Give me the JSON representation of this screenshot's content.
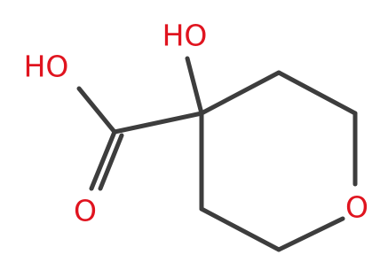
{
  "molecule": {
    "atoms": {
      "hydroxyl_top": "HO",
      "acid_hydroxyl": "HO",
      "carbonyl_oxygen": "O",
      "ring_oxygen": "O"
    },
    "colors": {
      "bond": "#3d3d3d",
      "heteroatom": "#e0141f"
    }
  }
}
